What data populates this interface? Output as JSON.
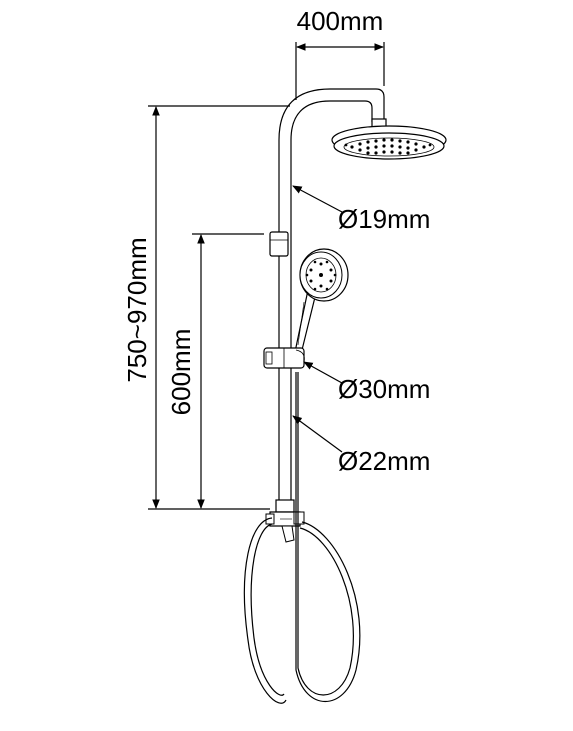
{
  "labels": {
    "head_width": "400mm",
    "total_height": "750~970mm",
    "rail_height": "600mm",
    "top_pipe_dia": "Ø19mm",
    "slider_dia": "Ø30mm",
    "lower_pipe_dia": "Ø22mm"
  },
  "colors": {
    "line": "#000000",
    "background": "#ffffff"
  }
}
